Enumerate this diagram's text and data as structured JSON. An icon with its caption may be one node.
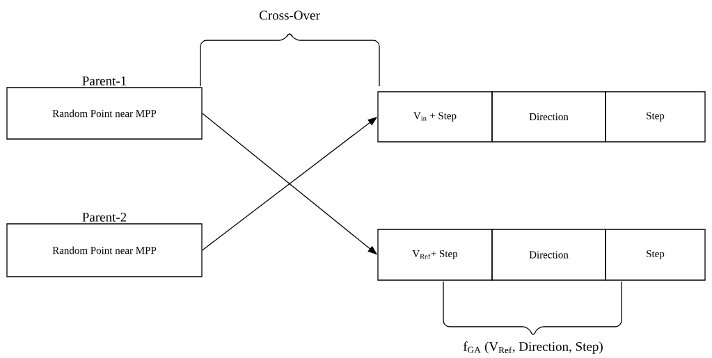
{
  "diagram": {
    "nodes": [
      {
        "text": [
          "Parent-1",
          "Random Point near MPP"
        ]
      },
      {
        "text": [
          "Parent-2",
          "Random Point near MPP"
        ]
      },
      {
        "text": [
          "V$_{in}$ + Step"
        ]
      },
      {
        "text": [
          "Direction"
        ]
      },
      {
        "text": [
          "Step"
        ]
      },
      {
        "text": [
          "V$_{Ref}$+ Step"
        ]
      },
      {
        "text": [
          "Direction"
        ]
      },
      {
        "text": [
          "Step"
        ]
      }
    ],
    "edges": [
      {
        "from": 0,
        "to": 5,
        "arrow": "to"
      },
      {
        "from": 1,
        "to": 2,
        "arrow": "to"
      }
    ],
    "labels": [
      "Cross-Over",
      "f$_{GA}$ (V$_{Ref}$, Direction, Step)"
    ]
  }
}
